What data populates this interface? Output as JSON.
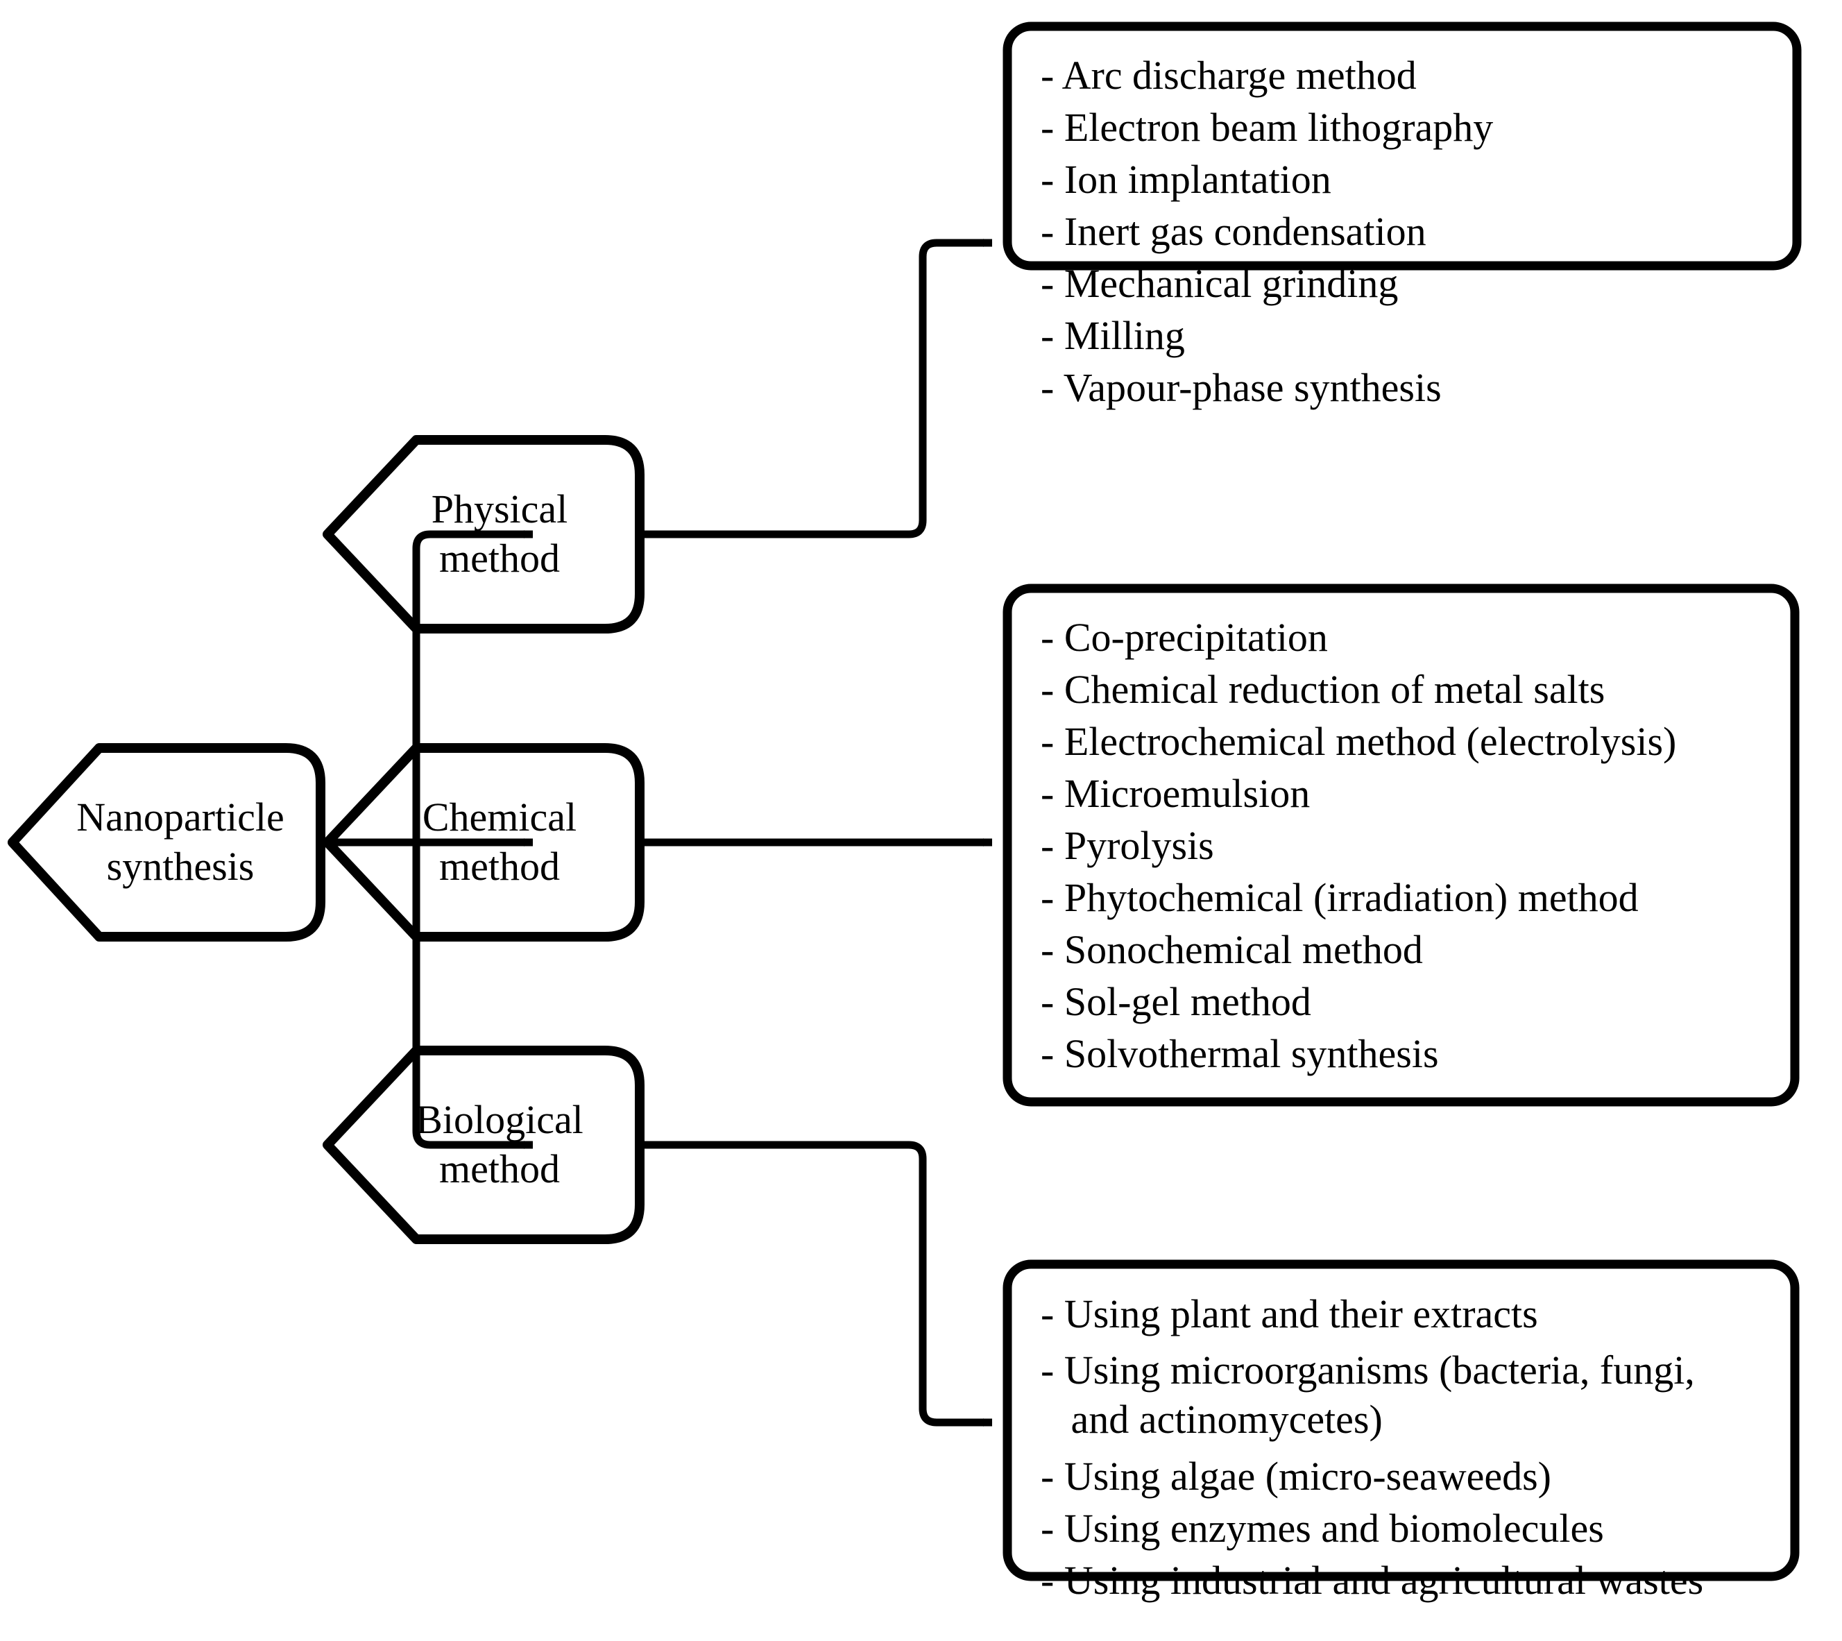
{
  "diagram": {
    "title": "Nanoparticle synthesis methods flowchart",
    "type": "flowchart",
    "stroke_color": "#000000",
    "background_color": "#ffffff"
  },
  "root": {
    "label_line1": "Nanoparticle",
    "label_line2": "synthesis"
  },
  "branches": [
    {
      "id": "physical",
      "label_line1": "Physical",
      "label_line2": "method",
      "items": [
        "- Arc discharge method",
        "- Electron beam lithography",
        "- Ion implantation",
        "- Inert gas condensation",
        "- Mechanical grinding",
        "- Milling",
        "- Vapour-phase synthesis"
      ]
    },
    {
      "id": "chemical",
      "label_line1": "Chemical",
      "label_line2": "method",
      "items": [
        "- Co-precipitation",
        "- Chemical reduction of metal salts",
        "- Electrochemical method (electrolysis)",
        "- Microemulsion",
        "- Pyrolysis",
        "- Phytochemical (irradiation) method",
        "- Sonochemical method",
        "- Sol-gel method",
        "- Solvothermal synthesis"
      ]
    },
    {
      "id": "biological",
      "label_line1": "Biological",
      "label_line2": "method",
      "items": [
        "- Using plant and their extracts",
        "- Using microorganisms (bacteria, fungi,\n   and actinomycetes)",
        "- Using algae (micro-seaweeds)",
        "- Using enzymes and biomolecules",
        "- Using industrial and agricultural wastes"
      ]
    }
  ]
}
